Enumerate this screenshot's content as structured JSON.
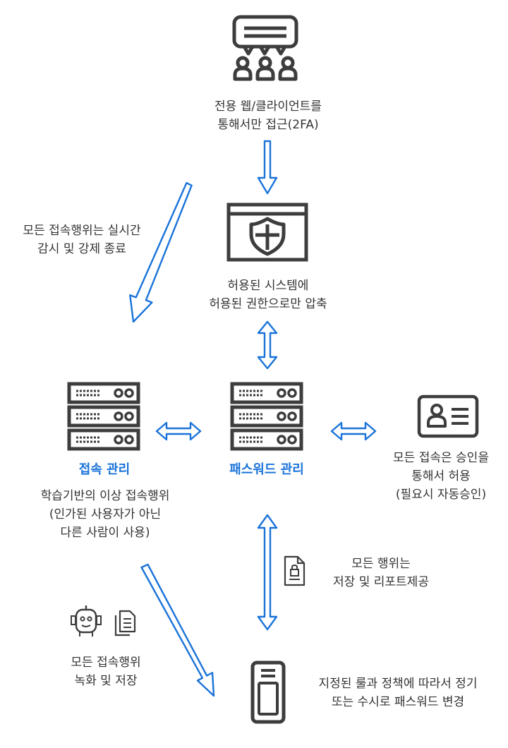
{
  "nodes": {
    "clients": {
      "icon": "user-group-chat-icon",
      "lines": [
        "전용 웹/클라이언트를",
        "통해서만 접근(2FA)"
      ]
    },
    "systems": {
      "icon": "browser-shield-icon",
      "lines": [
        "허용된 시스템에",
        "허용된 권한으로만 압축"
      ]
    },
    "access": {
      "icon": "server-rack-icon",
      "title": "접속 관리",
      "lines": [
        "학습기반의 이상 접속행위",
        "(인가된 사용자가 아닌",
        "다른 사람이 사용)"
      ]
    },
    "password": {
      "icon": "server-rack-icon",
      "title": "패스워드 관리"
    },
    "approval": {
      "icon": "id-card-icon",
      "lines": [
        "모든 접속은 승인을",
        "통해서 허용",
        "(필요시 자동승인)"
      ]
    },
    "device": {
      "icon": "mobile-device-icon",
      "lines": [
        "지정된 룰과 정책에 따라서 정기",
        "또는 수시로 패스워드 변경"
      ]
    }
  },
  "annotations": {
    "realtime": {
      "lines": [
        "모든 접속행위는 실시간",
        "감시 및 강제 종료"
      ]
    },
    "recording": {
      "icons": [
        "robot-icon",
        "documents-icon"
      ],
      "lines": [
        "모든 접속행위",
        "녹화 및 저장"
      ]
    },
    "report": {
      "icon": "locked-document-icon",
      "lines": [
        "모든 행위는",
        "저장 및 리포트제공"
      ]
    }
  },
  "colors": {
    "accent": "#1a73d9",
    "icon": "#3d3d3d",
    "text": "#333333"
  }
}
